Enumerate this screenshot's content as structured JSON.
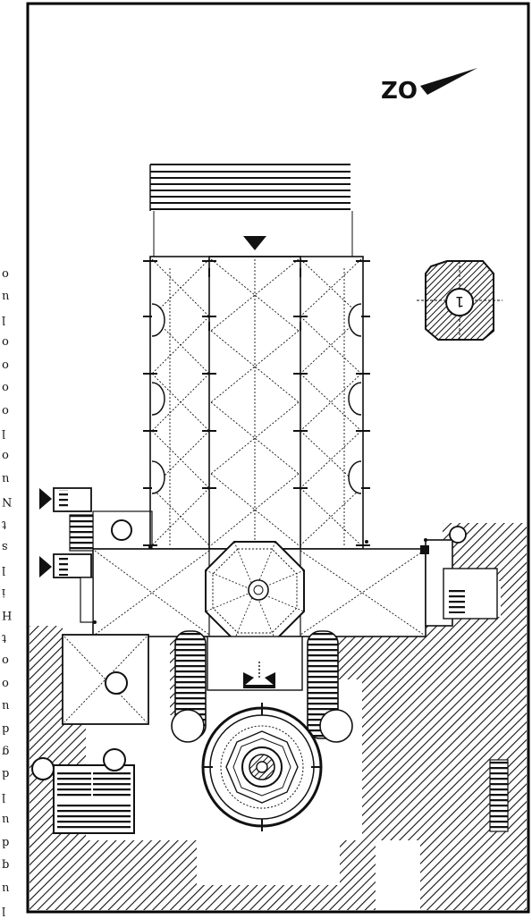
{
  "compass": {
    "label": "ZO",
    "icon": "north-arrow-icon"
  },
  "legend": {
    "marker": "1"
  },
  "margin_text": [
    "o",
    "u",
    "l",
    "o",
    "o",
    "o",
    "o",
    "l",
    "o",
    "u",
    "N",
    "t",
    "s",
    "l",
    "i",
    "H",
    "t",
    "o",
    "o",
    "u",
    "d",
    "g",
    "d",
    "l",
    "u",
    "d",
    "q",
    "u",
    "l"
  ],
  "colors": {
    "ink": "#111111",
    "paper": "#ffffff",
    "frame": "#000000"
  }
}
